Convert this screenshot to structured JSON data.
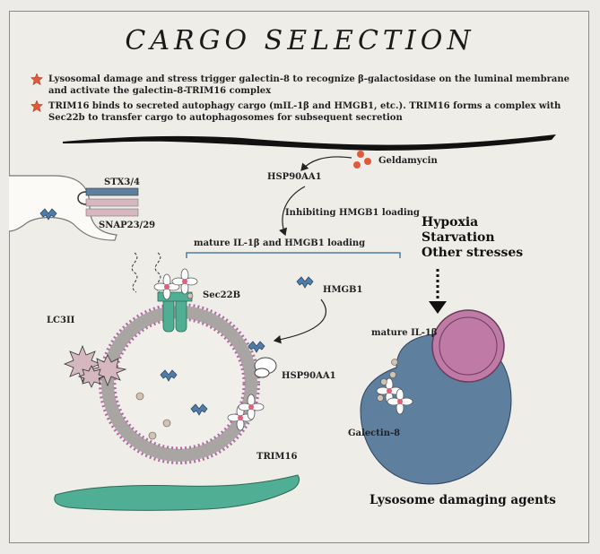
{
  "title": "CARGO SELECTION",
  "bullets": [
    "Lysosomal damage and stress trigger galectin-8 to recognize β-galactosidase on the luminal membrane and activate the galectin-8-TRIM16 complex",
    "TRIM16 binds to secreted autophagy cargo (mIL-1β and HMGB1, etc.). TRIM16 forms a complex with Sec22b to transfer cargo to autophagosomes for subsequent secretion"
  ],
  "labels": {
    "geldamycin": "Geldamycin",
    "hsp90aa1_top": "HSP90AA1",
    "inhibiting": "Inhibiting HMGB1 loading",
    "loading": "mature IL-1β and HMGB1 loading",
    "stx": "STX3/4",
    "snap": "SNAP23/29",
    "sec22b": "Sec22B",
    "hmgb1": "HMGB1",
    "lc3ii": "LC3II",
    "hsp90aa1": "HSP90AA1",
    "trim16": "TRIM16",
    "mature_il1b": "mature IL-1β",
    "galectin8": "Galectin-8",
    "stresses": [
      "Hypoxia",
      "Starvation",
      "Other stresses"
    ],
    "lysosome_agents": "Lysosome damaging agents"
  },
  "colors": {
    "background": "#eeede8",
    "membrane": "#a8a5a3",
    "membrane_beads": "#b26aa6",
    "sec22b": "#4fae93",
    "er_shape": "#4fae93",
    "hmgb1": "#4f7ca8",
    "lysosome": "#5f7f9e",
    "lysosome_inner": "#c07aa6",
    "geldamycin": "#e05a3a",
    "star": "#e05a3a",
    "lc3ii": "#d4b7bf",
    "stx": "#5f7f9e",
    "snap": "#d8b8c0"
  }
}
